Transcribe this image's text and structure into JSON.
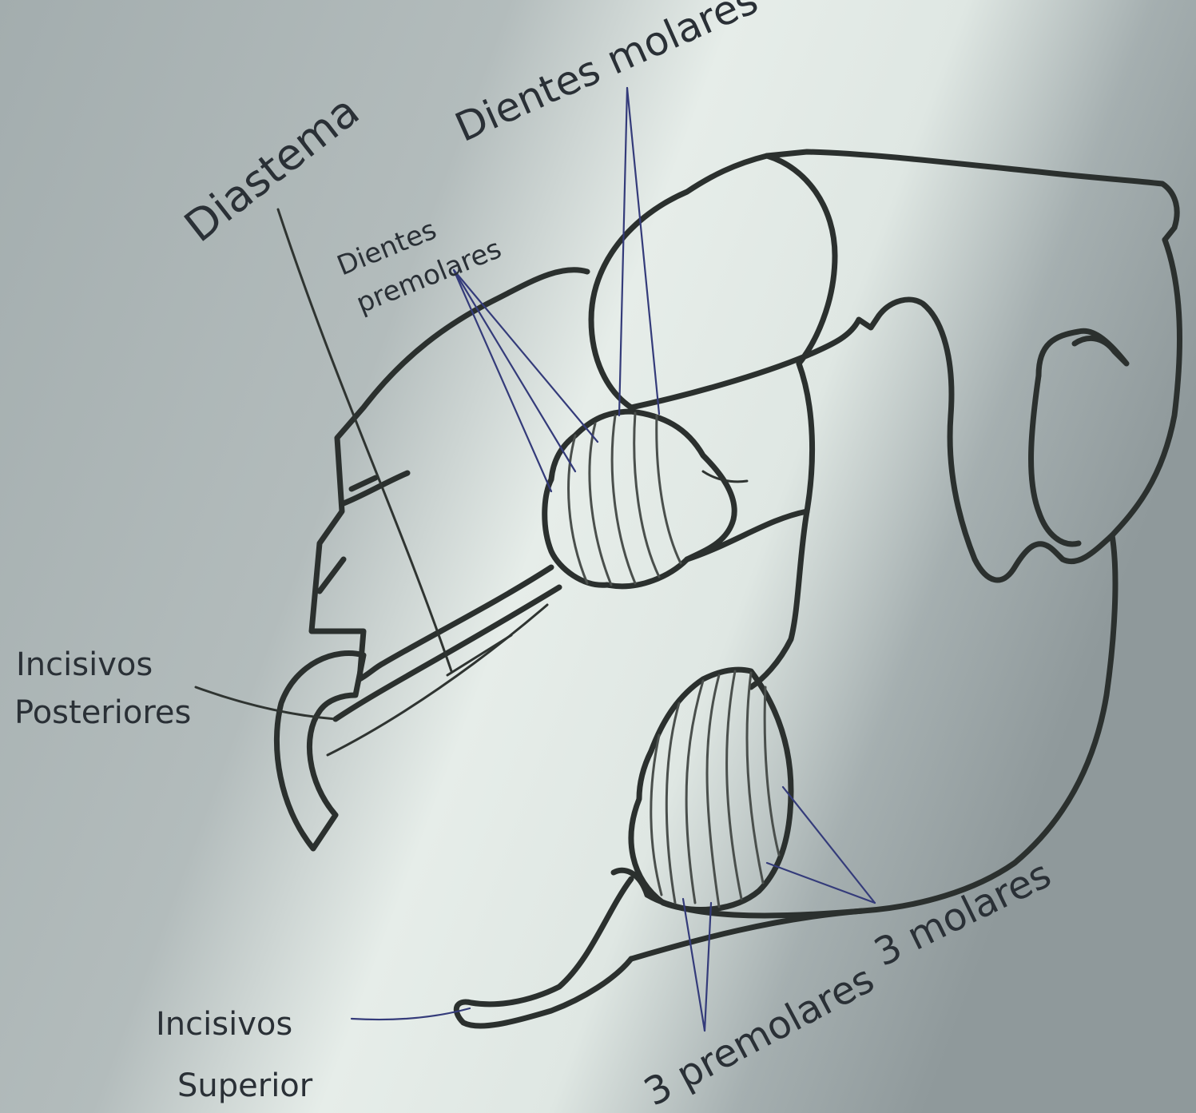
{
  "labels": {
    "diastema": "Diastema",
    "dientes_molares": "Dientes molares",
    "dientes_premolares_1": "Dientes",
    "dientes_premolares_2": "premolares",
    "incisivos_posteriores_1": "Incisivos",
    "incisivos_posteriores_2": "Posteriores",
    "molares_3": "3 molares",
    "premolares_3": "3 premolares",
    "incisivos_superior_1": "Incisivos",
    "incisivos_superior_2": "Superior"
  },
  "colors": {
    "paper": "#a7b1b2",
    "light_paper": "#e3eae6",
    "pencil": "#2b302e",
    "blue_pen": "#343b7a"
  }
}
